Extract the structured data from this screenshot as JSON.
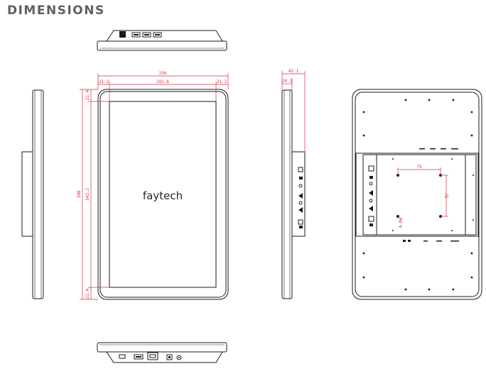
{
  "heading": "DIMENSIONS",
  "brand": "faytech",
  "dimensions": {
    "width": "236",
    "bezel_left": "21.2",
    "screen_width": "192.6",
    "bezel_right": "21.2",
    "height": "390",
    "screen_height": "343.2",
    "bezel_top": "21.4",
    "bezel_bottom": "21.4",
    "depth": "42.1",
    "frame_depth": "20.3",
    "vesa_h": "75",
    "vesa_v": "75",
    "screw": "4-M4"
  },
  "colors": {
    "drawing": "#1a1a1a",
    "dimension": "#d2323c",
    "heading": "#5f5f5f"
  }
}
